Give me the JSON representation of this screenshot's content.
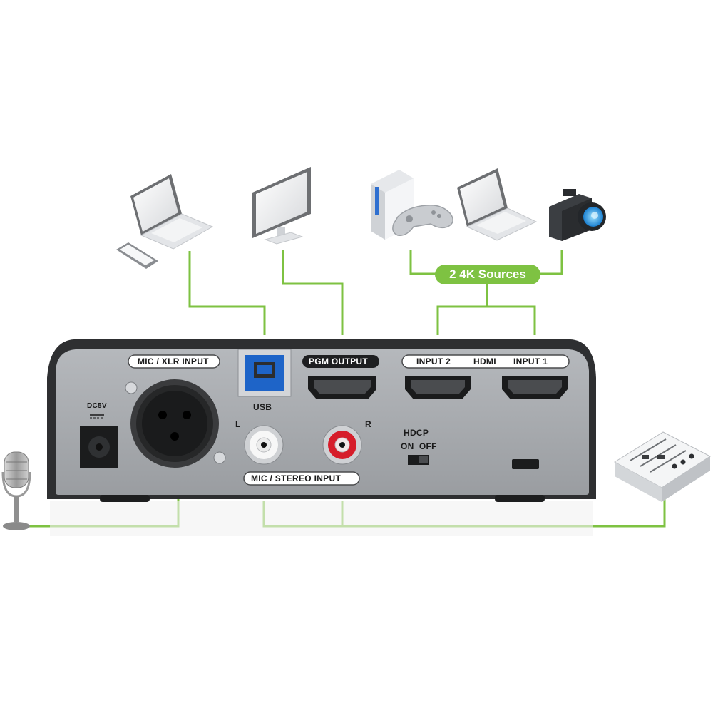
{
  "labels": {
    "mic_xlr_input": "MIC / XLR INPUT",
    "pgm_output": "PGM OUTPUT",
    "input_2": "INPUT 2",
    "hdmi": "HDMI",
    "input_1": "INPUT 1",
    "dc5v": "DC5V",
    "usb": "USB",
    "left": "L",
    "right": "R",
    "hdcp": "HDCP",
    "hdcp_on_off": "ON  OFF",
    "mic_stereo_input": "MIC / STEREO INPUT",
    "sources": "2 4K Sources"
  },
  "colors": {
    "connector_line": "#7ec242",
    "panel": "#a6a9ad",
    "chassis": "#2e2f31"
  },
  "icons": [
    "laptop-icon",
    "smartphone-icon",
    "monitor-icon",
    "game-console-icon",
    "gamepad-icon",
    "laptop-icon",
    "camera-icon",
    "microphone-icon",
    "audio-mixer-icon"
  ]
}
